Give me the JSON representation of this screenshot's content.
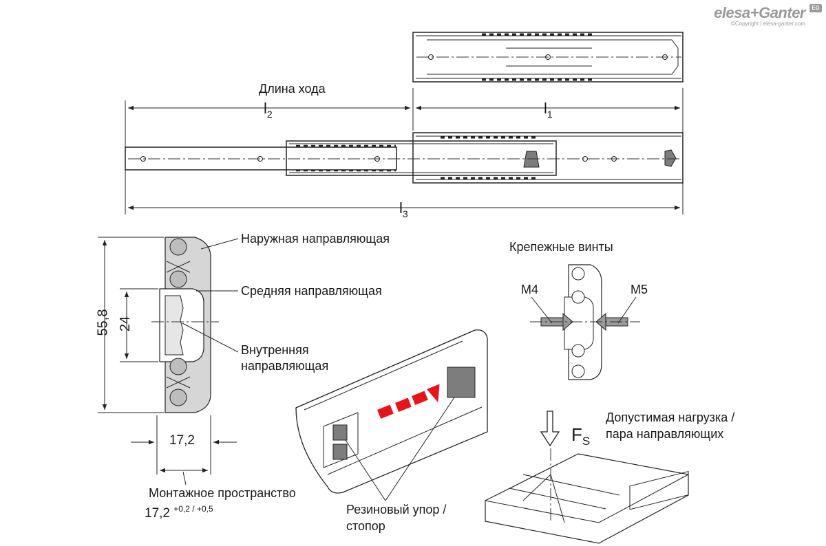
{
  "brand": {
    "name": "elesa+Ganter",
    "copyright": "©Copyright | elesa-ganter.com",
    "badge": "EG"
  },
  "top_view": {
    "stroke_label": "Длина хода",
    "dims": {
      "l2": {
        "main": "l",
        "sub": "2"
      },
      "l1": {
        "main": "l",
        "sub": "1"
      },
      "l3": {
        "main": "l",
        "sub": "3"
      }
    }
  },
  "cross_section": {
    "labels": {
      "outer": "Наружная направляющая",
      "middle": "Средняя направляющая",
      "inner_line1": "Внутренняя",
      "inner_line2": "направляющая"
    },
    "dims": {
      "height": "55,8",
      "inner": "24",
      "width": "17,2"
    },
    "mount_label": "Монтажное пространство",
    "mount_value": "17,2",
    "mount_tolerance": "+0,2 / +0,5"
  },
  "screws": {
    "title": "Крепежные винты",
    "left": "M4",
    "right": "M5"
  },
  "stopper": {
    "line1": "Резиновый упор /",
    "line2": "стопор",
    "arrow_color": "#e8141b"
  },
  "load": {
    "force_main": "F",
    "force_sub": "S",
    "line1": "Допустимая нагрузка /",
    "line2": "пара направляющих"
  }
}
